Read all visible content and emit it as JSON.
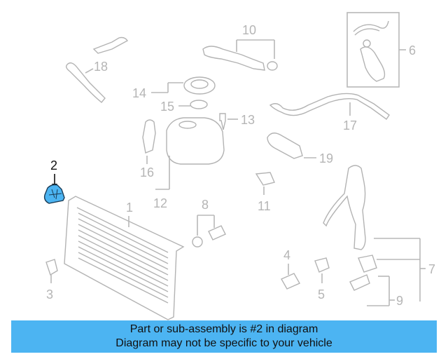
{
  "callouts": {
    "c1": "1",
    "c2": "2",
    "c3": "3",
    "c4": "4",
    "c5": "5",
    "c6": "6",
    "c7": "7",
    "c8": "8",
    "c9": "9",
    "c10": "10",
    "c11": "11",
    "c12": "12",
    "c13": "13",
    "c14": "14",
    "c15": "15",
    "c16": "16",
    "c17": "17",
    "c18": "18",
    "c19": "19"
  },
  "highlighted_part": "2",
  "colors": {
    "highlight_fill": "#4cb4f2",
    "banner_bg": "#4cb4f2",
    "line_gray": "#b8b8b8"
  },
  "banner": {
    "line1": "Part or sub-assembly is #2 in diagram",
    "line2": "Diagram may not be specific to your vehicle"
  }
}
